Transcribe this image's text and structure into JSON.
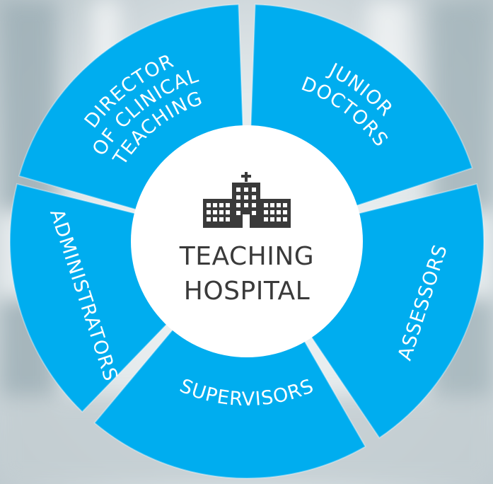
{
  "diagram": {
    "hub": {
      "lines": [
        "TEACHING",
        "HOSPITAL"
      ],
      "icon": "hospital-building-icon"
    },
    "segments": [
      {
        "id": "director",
        "lines": [
          "DIRECTOR",
          "OF CLINICAL",
          "TEACHING"
        ]
      },
      {
        "id": "junior-doctors",
        "lines": [
          "JUNIOR",
          "DOCTORS"
        ]
      },
      {
        "id": "assessors",
        "lines": [
          "ASSESSORS"
        ]
      },
      {
        "id": "supervisors",
        "lines": [
          "SUPERVISORS"
        ]
      },
      {
        "id": "administrators",
        "lines": [
          "ADMINISTRATORS"
        ]
      }
    ],
    "colors": {
      "segment": "#00adef",
      "hub": "#ffffff",
      "hub_text": "#3a3a3a",
      "segment_text": "#ffffff"
    }
  }
}
